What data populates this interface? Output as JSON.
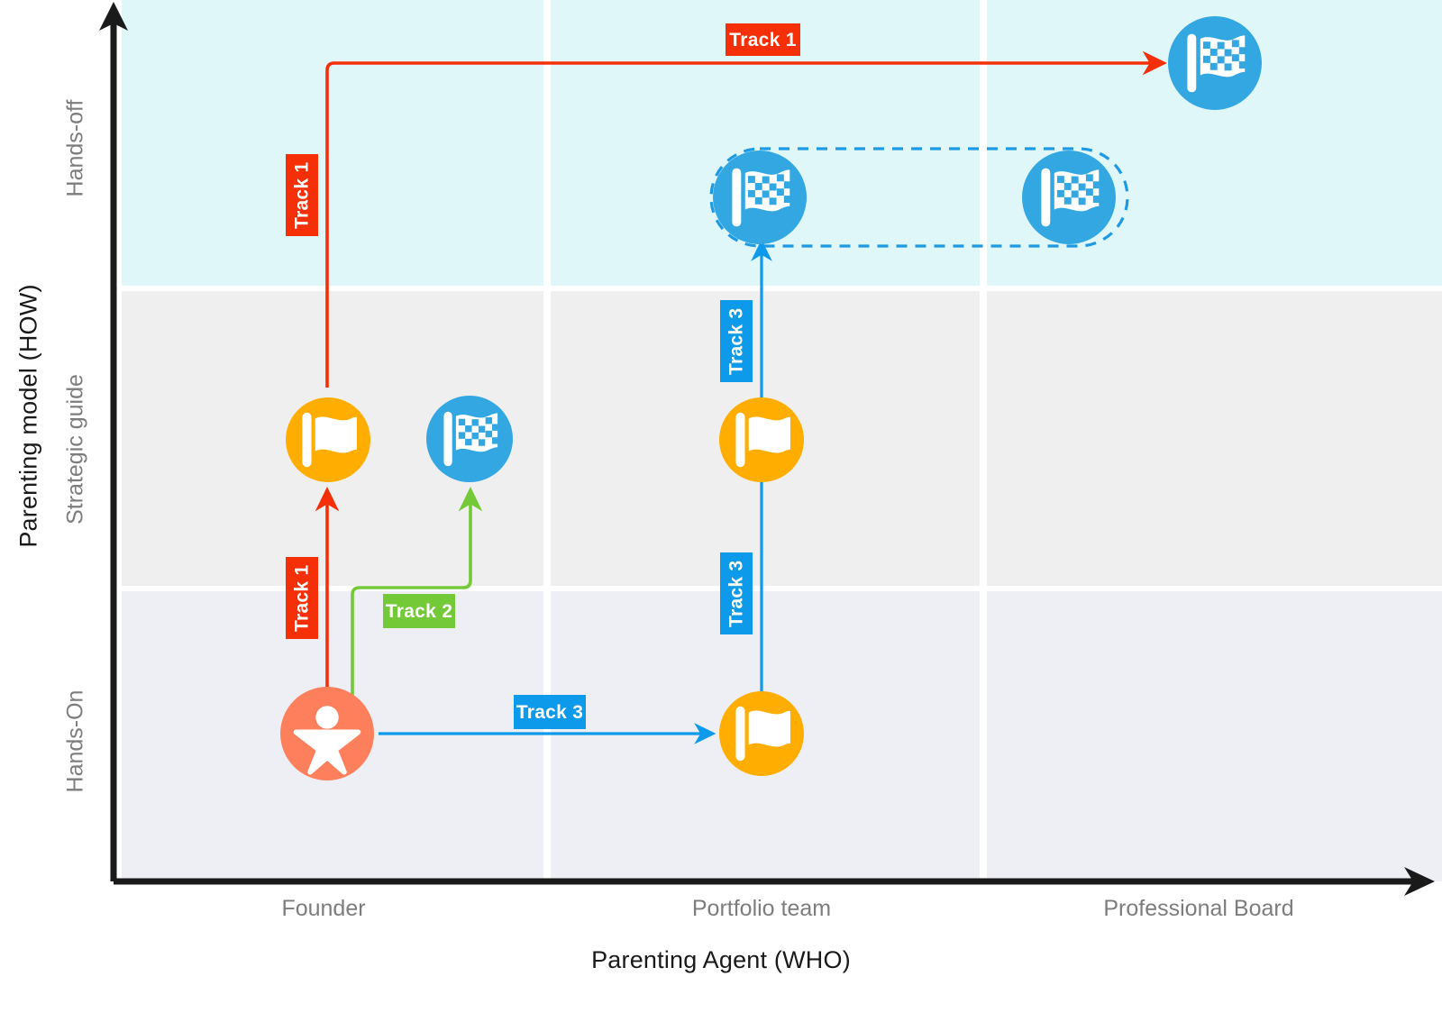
{
  "chart_data": {
    "type": "scatter",
    "title": "",
    "xlabel": "Parenting Agent (WHO)",
    "ylabel": "Parenting model (HOW)",
    "x_categories": [
      "Founder",
      "Portfolio team",
      "Professional Board"
    ],
    "y_categories": [
      "Hands-off",
      "Strategic guide",
      "Hands-On"
    ],
    "grid": true,
    "legend_position": "none",
    "band_colors": {
      "hands_off": "#e0f7fa",
      "strategic_guide": "#efefef",
      "hands_on": "#eeeef5"
    },
    "nodes": [
      {
        "id": "founder-person",
        "icon": "person-icon",
        "color": "#fd7f5c",
        "x_category": "Founder",
        "y_category": "Hands-On"
      },
      {
        "id": "founder-flag",
        "icon": "flag-icon",
        "color": "#ffad00",
        "x_category": "Founder",
        "y_category": "Strategic guide"
      },
      {
        "id": "founder-goal",
        "icon": "checkered-flag-icon",
        "color": "#32a7e2",
        "x_category": "Founder",
        "y_category": "Strategic guide"
      },
      {
        "id": "portfolio-flag-low",
        "icon": "flag-icon",
        "color": "#ffad00",
        "x_category": "Portfolio team",
        "y_category": "Hands-On"
      },
      {
        "id": "portfolio-flag-mid",
        "icon": "flag-icon",
        "color": "#ffad00",
        "x_category": "Portfolio team",
        "y_category": "Strategic guide"
      },
      {
        "id": "portfolio-goal",
        "icon": "checkered-flag-icon",
        "color": "#32a7e2",
        "x_category": "Portfolio team",
        "y_category": "Hands-off"
      },
      {
        "id": "board-goal",
        "icon": "checkered-flag-icon",
        "color": "#32a7e2",
        "x_category": "Professional Board",
        "y_category": "Hands-off"
      },
      {
        "id": "board-goal-top",
        "icon": "checkered-flag-icon",
        "color": "#32a7e2",
        "x_category": "Professional Board",
        "y_category": "Hands-off-top"
      }
    ],
    "tracks": [
      {
        "name": "Track 1",
        "color": "#f52f07",
        "from": "Founder / Hands-On",
        "to": "Professional Board / Hands-off"
      },
      {
        "name": "Track 2",
        "color": "#74c938",
        "from": "Founder / Hands-On",
        "to": "Founder / Strategic guide (goal)"
      },
      {
        "name": "Track 3",
        "color": "#0d9aeb",
        "from": "Founder / Hands-On",
        "to": "Portfolio team / Hands-off (goal)"
      }
    ],
    "grouping_box": {
      "style": "dashed",
      "color": "#1e9ae4",
      "contains": [
        "portfolio-goal",
        "board-goal"
      ]
    }
  },
  "axes": {
    "y_title": "Parenting model (HOW)",
    "x_title": "Parenting Agent (WHO)",
    "rows": [
      {
        "label": "Hands-off",
        "fill": "#e0f7fa"
      },
      {
        "label": "Strategic guide",
        "fill": "#efefef"
      },
      {
        "label": "Hands-On",
        "fill": "#eeeef5"
      }
    ],
    "columns": [
      {
        "label": "Founder"
      },
      {
        "label": "Portfolio team"
      },
      {
        "label": "Professional Board"
      }
    ]
  },
  "chips": {
    "track1_top": "Track 1",
    "track1_mid": "Track 1",
    "track1_low": "Track 1",
    "track2": "Track 2",
    "track3_up": "Track 3",
    "track3_mid": "Track 3",
    "track3_row": "Track 3"
  },
  "colors": {
    "track1": "#f52f07",
    "track2": "#74c938",
    "track3": "#0d9aeb",
    "flag_orange": "#ffad00",
    "goal_blue": "#32a7e2",
    "person_coral": "#fd7f5c",
    "axis_black": "#1a1a1a",
    "label_gray": "#7d7d7d",
    "dashed_blue": "#1e9ae4"
  }
}
